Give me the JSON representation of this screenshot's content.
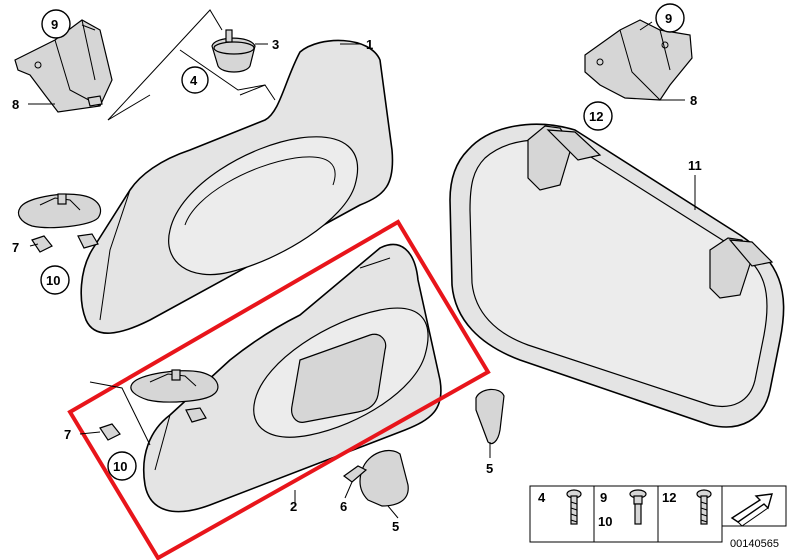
{
  "diagram": {
    "callouts": {
      "c1": "1",
      "c2": "2",
      "c3": "3",
      "c4": "4",
      "c5a": "5",
      "c5b": "5",
      "c6": "6",
      "c7a": "7",
      "c7b": "7",
      "c8a": "8",
      "c8b": "8",
      "c9a": "9",
      "c9b": "9",
      "c10a": "10",
      "c10b": "10",
      "c11": "11",
      "c12": "12"
    },
    "legend": {
      "l4": "4",
      "l9": "9",
      "l10": "10",
      "l12": "12"
    },
    "image_id": "00140565",
    "colors": {
      "highlight": "#e8151b",
      "line": "#000000",
      "fill": "#e4e4e4"
    }
  }
}
